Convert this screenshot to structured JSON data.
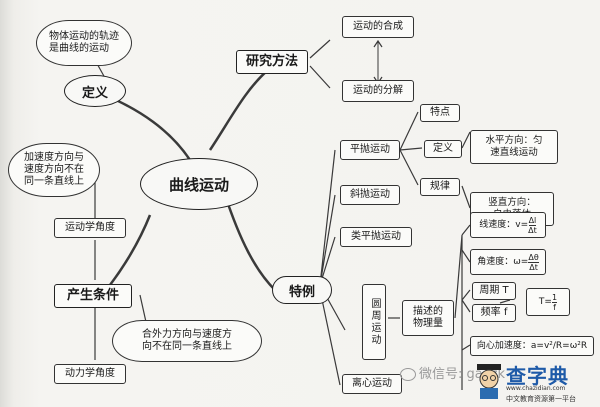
{
  "center": {
    "label": "曲线运动"
  },
  "definition": {
    "label": "定义",
    "note_line1": "物体运动的轨迹",
    "note_line2": "是曲线的运动"
  },
  "research": {
    "label": "研究方法",
    "compose": "运动的合成",
    "decompose": "运动的分解"
  },
  "condition": {
    "label": "产生条件",
    "kinematic_note_line1": "加速度方向与",
    "kinematic_note_line2": "速度方向不在",
    "kinematic_note_line3": "同一条直线上",
    "kinematic_label": "运动学角度",
    "dynamic_label": "动力学角度",
    "dynamic_note_line1": "合外力方向与速度方",
    "dynamic_note_line2": "向不在同一条直线上"
  },
  "special": {
    "label": "特例",
    "projectile": "平抛运动",
    "features": "特点",
    "definition": "定义",
    "law": "规律",
    "horizontal_line1": "水平方向：匀",
    "horizontal_line2": "速直线运动",
    "vertical_line1": "竖直方向：",
    "vertical_line2": "自由落体",
    "oblique": "斜抛运动",
    "quasi": "类平抛运动",
    "circular": "圆周运动",
    "physical_line1": "描述的",
    "physical_line2": "物理量",
    "centrifugal": "离心运动",
    "linear_speed": "线速度：v=",
    "linear_num": "Δl",
    "linear_den": "Δt",
    "angular_speed": "角速度：ω=",
    "angular_num": "Δθ",
    "angular_den": "Δt",
    "period": "周期 T",
    "frequency": "频率 f",
    "t_formula": "T=",
    "t_num": "1",
    "t_den": "f",
    "centripetal": "向心加速度：a=v²/R=ω²R"
  },
  "watermark": {
    "text": "微信号: gaozk",
    "logo_text": "查字典",
    "logo_url": "www.chazidian.com",
    "logo_slogan": "中文教育资源第一平台"
  }
}
